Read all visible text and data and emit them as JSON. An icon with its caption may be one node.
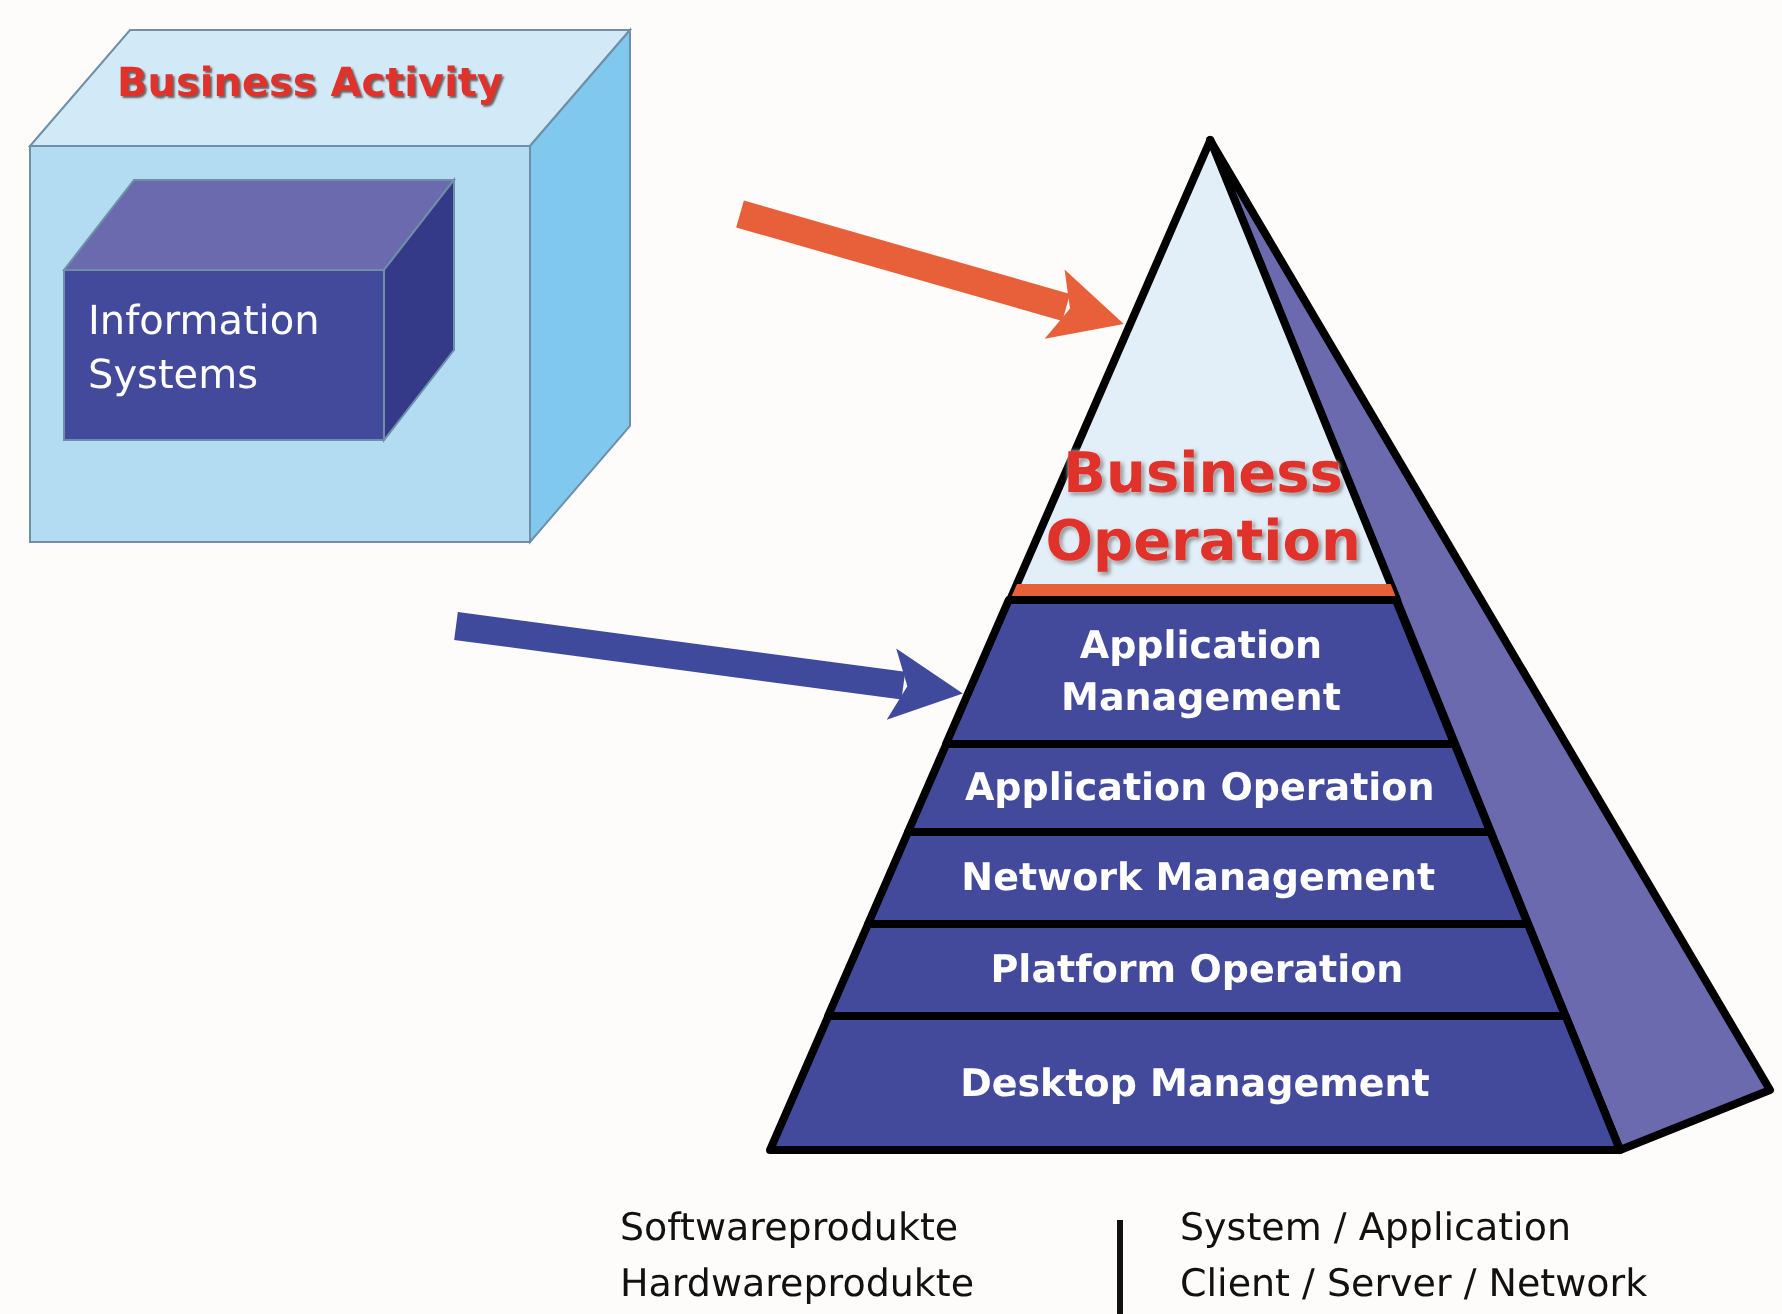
{
  "diagram": {
    "nodes": [
      {
        "text": [
          "Business Activity"
        ]
      },
      {
        "text": [
          "Information Systems"
        ],
        "in": 0
      },
      {
        "text": [
          "Business Operation"
        ]
      },
      {
        "text": [
          "Application Management"
        ]
      },
      {
        "text": [
          "Application Operation"
        ]
      },
      {
        "text": [
          "Network Management"
        ]
      },
      {
        "text": [
          "Platform Operation"
        ]
      },
      {
        "text": [
          "Desktop Management"
        ]
      }
    ],
    "edges": [
      {
        "from": null,
        "to": 2,
        "arrow": "to",
        "color": "#e8603a"
      },
      {
        "from": null,
        "to": 3,
        "arrow": "to",
        "color": "#3f4a9c"
      }
    ],
    "labels": [
      "Softwareprodukte",
      "Hardwareprodukte",
      "System / Application",
      "Client / Server / Network"
    ]
  }
}
